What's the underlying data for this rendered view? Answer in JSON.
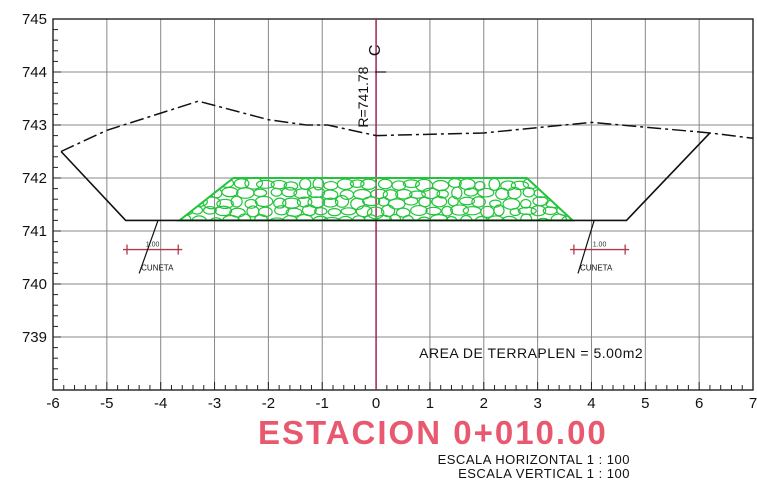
{
  "chart_data": {
    "type": "cross-section",
    "x_ticks": [
      "-6",
      "-5",
      "-4",
      "-3",
      "-2",
      "-1",
      "0",
      "1",
      "2",
      "3",
      "4",
      "5",
      "6",
      "7"
    ],
    "y_ticks": [
      "745",
      "744",
      "743",
      "742",
      "741",
      "740",
      "739"
    ],
    "xlim": [
      -6,
      7
    ],
    "ylim": [
      738,
      745
    ],
    "grid": true,
    "terrain_profile": [
      {
        "x": -5.85,
        "y": 742.5
      },
      {
        "x": -5.0,
        "y": 742.9
      },
      {
        "x": -3.3,
        "y": 743.45
      },
      {
        "x": -2.0,
        "y": 743.1
      },
      {
        "x": -1.3,
        "y": 743.0
      },
      {
        "x": -0.9,
        "y": 743.0
      },
      {
        "x": 0.0,
        "y": 742.8
      },
      {
        "x": 2.0,
        "y": 742.85
      },
      {
        "x": 4.0,
        "y": 743.05
      },
      {
        "x": 6.2,
        "y": 742.85
      },
      {
        "x": 7.0,
        "y": 742.75
      }
    ],
    "cut_section": [
      {
        "x": -5.85,
        "y": 742.5
      },
      {
        "x": -4.65,
        "y": 741.2
      },
      {
        "x": 4.65,
        "y": 741.2
      },
      {
        "x": 6.2,
        "y": 742.85
      }
    ],
    "fill_polygon": [
      {
        "x": -3.65,
        "y": 741.2
      },
      {
        "x": -2.65,
        "y": 742.0
      },
      {
        "x": 2.8,
        "y": 742.0
      },
      {
        "x": 3.65,
        "y": 741.2
      }
    ],
    "centerline_x": 0,
    "left_ditch": {
      "x_from": -4.65,
      "x_to": -3.65,
      "y": 741.2,
      "dim_from": -4.7,
      "dim_to": -3.6,
      "dim_y": 740.65,
      "dim_label": "1.00",
      "leader": [
        {
          "x": -4.05,
          "y": 741.2
        },
        {
          "x": -4.4,
          "y": 740.2
        }
      ],
      "label": "CUNETA"
    },
    "right_ditch": {
      "x_from": 3.65,
      "x_to": 4.65,
      "y": 741.2,
      "dim_from": 3.6,
      "dim_to": 4.7,
      "dim_y": 740.65,
      "dim_label": "1.00",
      "leader": [
        {
          "x": 4.05,
          "y": 741.2
        },
        {
          "x": 3.75,
          "y": 740.2
        }
      ],
      "label": "CUNETA"
    },
    "elevation_label": "R=741.78",
    "centerline_symbol": "C",
    "area_label": "AREA DE TERRAPLEN = 5.00m2",
    "colors": {
      "grid": "#888888",
      "grid_border": "#222222",
      "centerline": "#a0285a",
      "fill": "#22c43a",
      "profile": "#111111",
      "dimension": "#b03a4a",
      "title": "#e8586f"
    }
  },
  "title": "ESTACION 0+010.00",
  "scale_horizontal": "ESCALA HORIZONTAL 1 : 100",
  "scale_vertical": "ESCALA VERTICAL 1 : 100"
}
